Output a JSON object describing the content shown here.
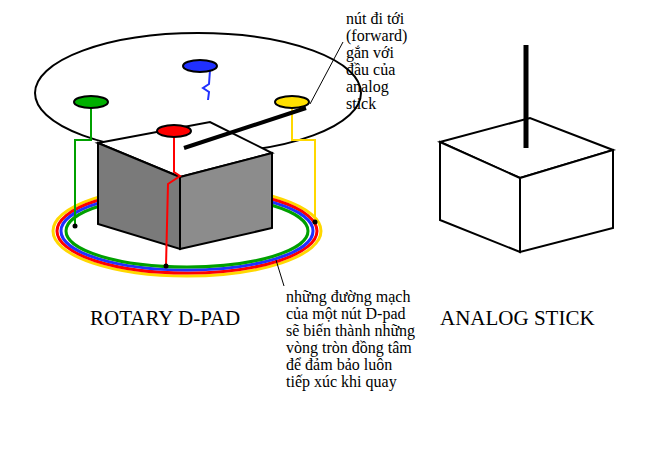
{
  "diagram": {
    "labels": [
      "nút đi tới (forward) gắn với đầu của analog stick",
      "những đường mạch của một nút D-pad sẽ biến thành những vòng tròn đồng tâm để đảm bảo luôn tiếp xúc khi quay",
      "ROTARY D-PAD",
      "ANALOG STICK"
    ]
  }
}
